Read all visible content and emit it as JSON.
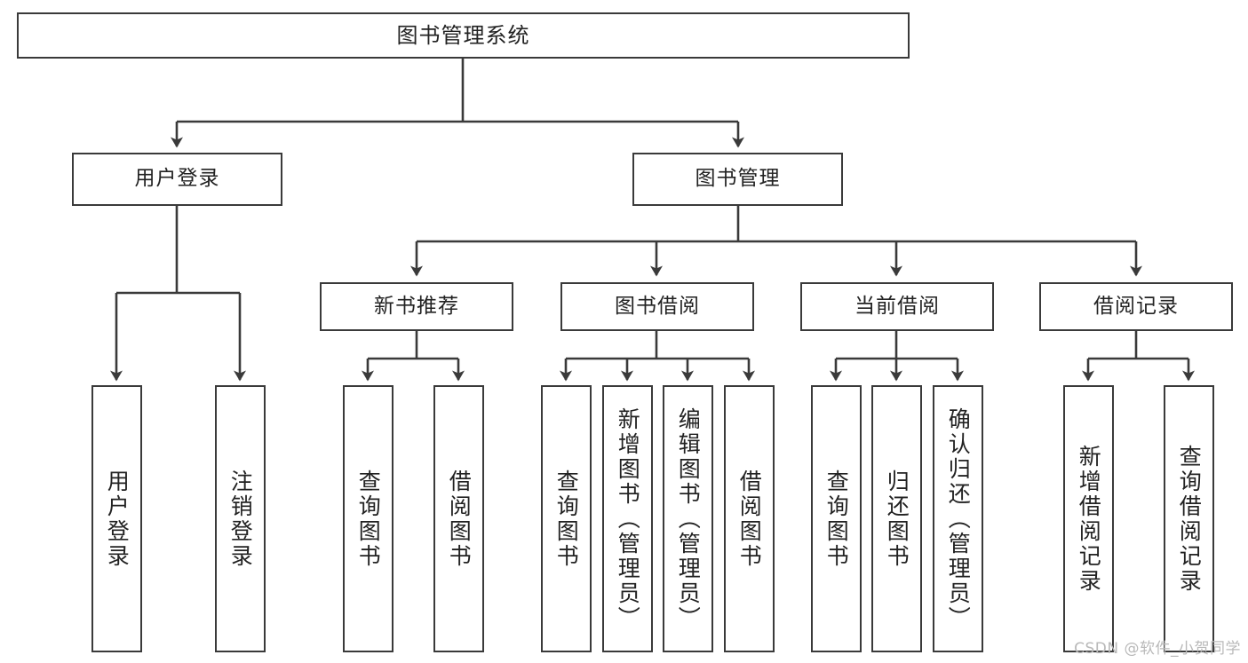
{
  "diagram": {
    "title": "图书管理系统",
    "type": "tree-hierarchy",
    "root": {
      "id": "root",
      "label": "图书管理系统"
    },
    "level1": [
      {
        "id": "user-login",
        "label": "用户登录"
      },
      {
        "id": "book-manage",
        "label": "图书管理"
      }
    ],
    "level2": [
      {
        "id": "new-book-recommend",
        "label": "新书推荐",
        "parent": "book-manage"
      },
      {
        "id": "book-borrow",
        "label": "图书借阅",
        "parent": "book-manage"
      },
      {
        "id": "current-borrow",
        "label": "当前借阅",
        "parent": "book-manage"
      },
      {
        "id": "borrow-record",
        "label": "借阅记录",
        "parent": "book-manage"
      }
    ],
    "leaves": {
      "user-login": [
        {
          "id": "leaf-user-login",
          "label": "用户登录"
        },
        {
          "id": "leaf-user-logout",
          "label": "注销登录"
        }
      ],
      "new-book-recommend": [
        {
          "id": "leaf-query-book-1",
          "label": "查询图书"
        },
        {
          "id": "leaf-borrow-book-1",
          "label": "借阅图书"
        }
      ],
      "book-borrow": [
        {
          "id": "leaf-query-book-2",
          "label": "查询图书"
        },
        {
          "id": "leaf-add-book",
          "label": "新增图书（管理员）"
        },
        {
          "id": "leaf-edit-book",
          "label": "编辑图书（管理员）"
        },
        {
          "id": "leaf-borrow-book-2",
          "label": "借阅图书"
        }
      ],
      "current-borrow": [
        {
          "id": "leaf-query-book-3",
          "label": "查询图书"
        },
        {
          "id": "leaf-return-book",
          "label": "归还图书"
        },
        {
          "id": "leaf-confirm-return",
          "label": "确认归还（管理员）"
        }
      ],
      "borrow-record": [
        {
          "id": "leaf-add-record",
          "label": "新增借阅记录"
        },
        {
          "id": "leaf-query-record",
          "label": "查询借阅记录"
        }
      ]
    }
  },
  "watermark": {
    "text": "CSDN @软件_小贺同学"
  },
  "colors": {
    "border": "#3a3a3a",
    "text": "#222222",
    "background": "#ffffff",
    "watermark": "#b9b9b9"
  }
}
